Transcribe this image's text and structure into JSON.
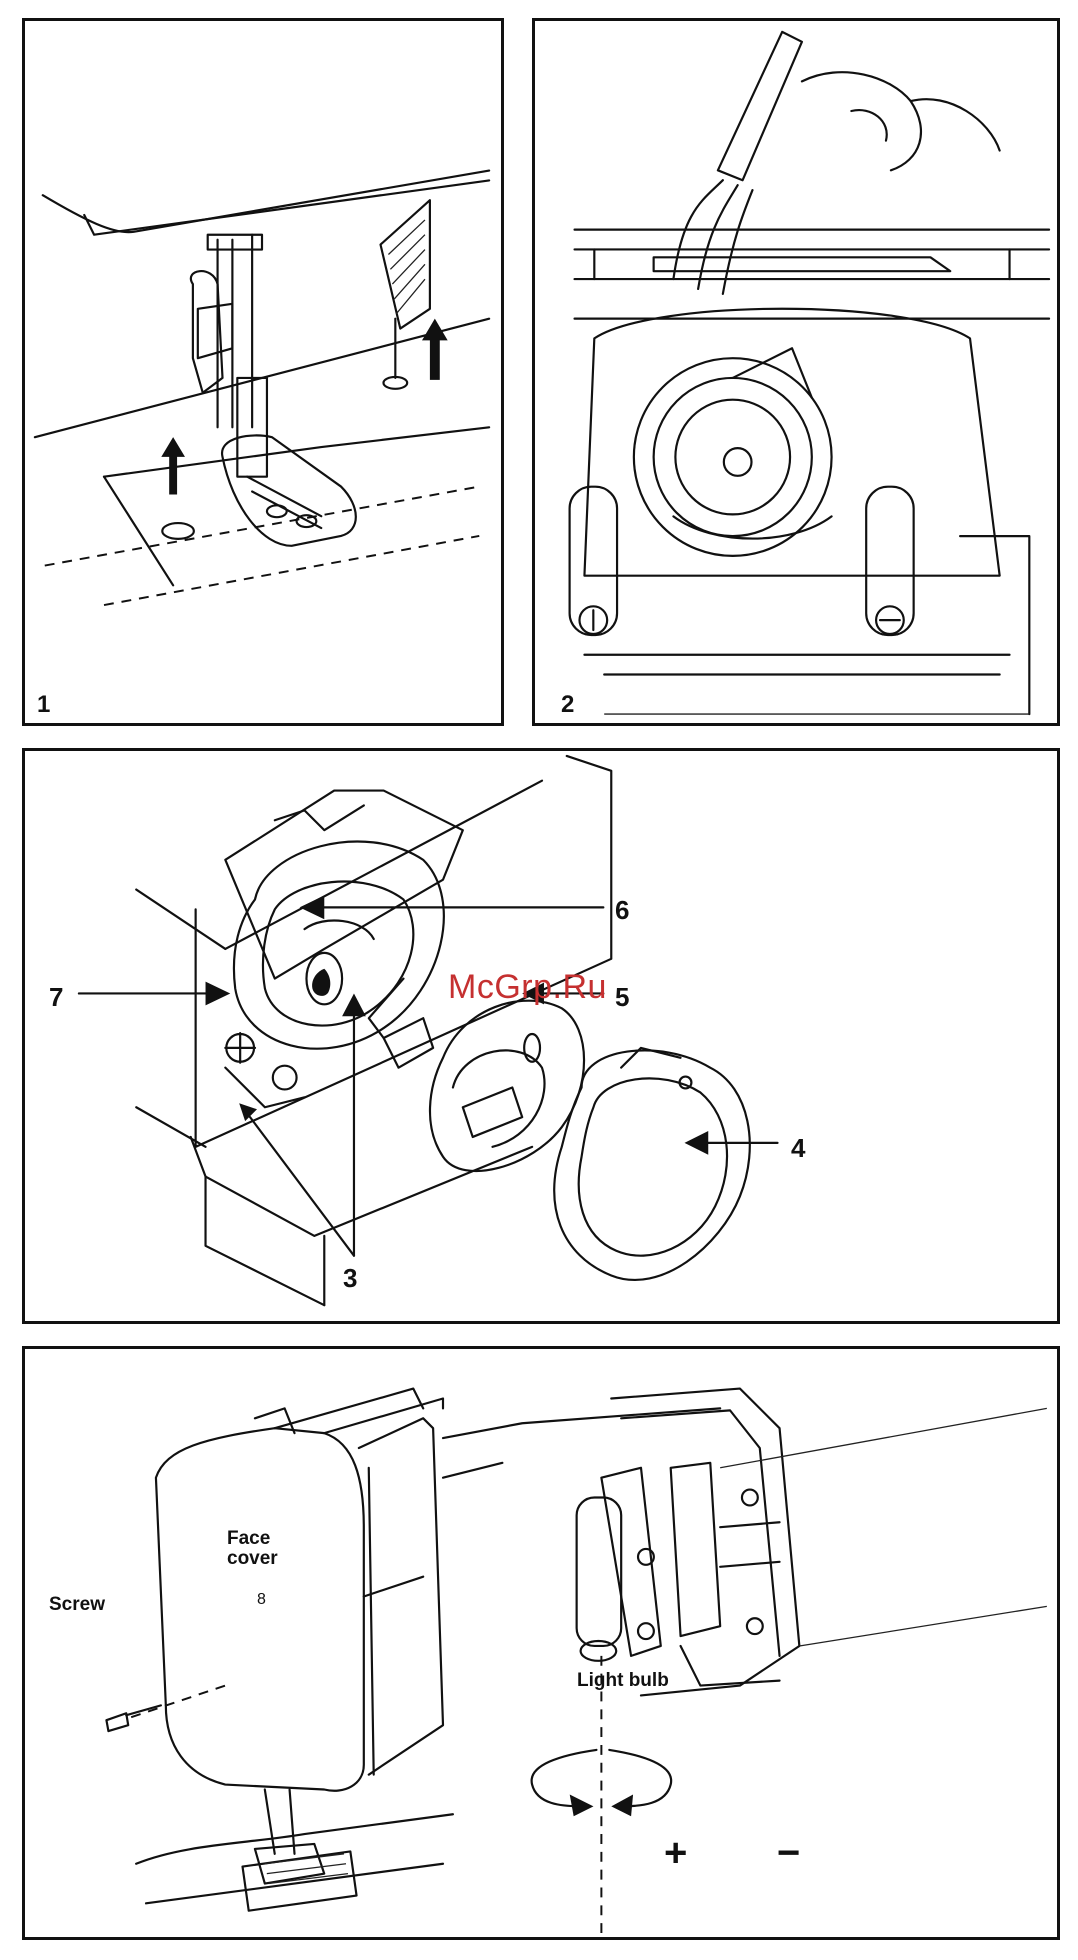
{
  "panels": {
    "panel1": {
      "number": "1"
    },
    "panel2": {
      "number": "2"
    },
    "panel3": {
      "callouts": [
        "6",
        "7",
        "5",
        "4",
        "3"
      ]
    },
    "panel4": {
      "face_cover_label": "Face\ncover",
      "screw_label": "Screw",
      "light_bulb_label": "Light bulb",
      "plus_sign": "+",
      "minus_sign": "−"
    }
  },
  "watermark": "McGrp.Ru",
  "colors": {
    "line": "#111111",
    "watermark": "#c53030"
  }
}
